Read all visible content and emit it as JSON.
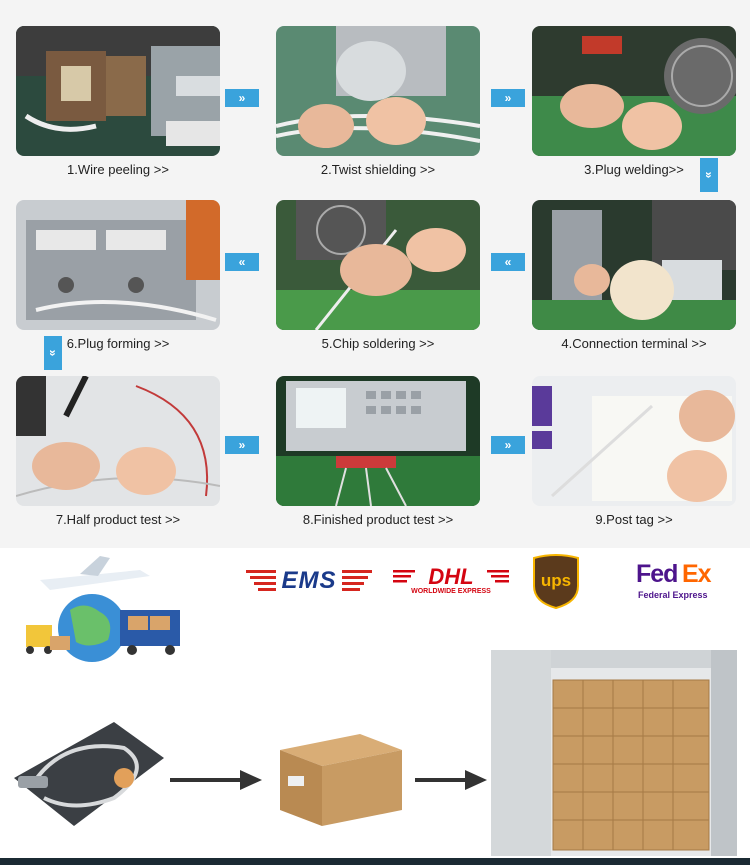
{
  "steps": [
    {
      "label": "1.Wire peeling  >>"
    },
    {
      "label": "2.Twist shielding  >>"
    },
    {
      "label": "3.Plug welding>>"
    },
    {
      "label": "6.Plug forming >>"
    },
    {
      "label": "5.Chip soldering  >>"
    },
    {
      "label": "4.Connection terminal >>"
    },
    {
      "label": "7.Half product test >>"
    },
    {
      "label": "8.Finished product test >>"
    },
    {
      "label": "9.Post tag >>"
    }
  ],
  "arrow_glyph_right": "»",
  "arrow_glyph_left": "«",
  "arrow_glyph_down": "»",
  "carriers": {
    "ems": "EMS",
    "dhl": "DHL",
    "dhl_sub": "WORLDWIDE EXPRESS",
    "ups": "ups",
    "fedex_fed": "Fed",
    "fedex_ex": "Ex",
    "fedex_sub": "Federal Express"
  },
  "colors": {
    "arrow_blue": "#3aa3dc",
    "ems_red": "#d6261f",
    "dhl_red": "#d40511",
    "ups_brown": "#5b3a1c",
    "ups_gold": "#f7b500",
    "fedex_purple": "#4d148c",
    "fedex_orange": "#ff6600",
    "cardboard": "#c89b63"
  },
  "icons": {
    "flow_arrow": "arrow-right-icon"
  }
}
